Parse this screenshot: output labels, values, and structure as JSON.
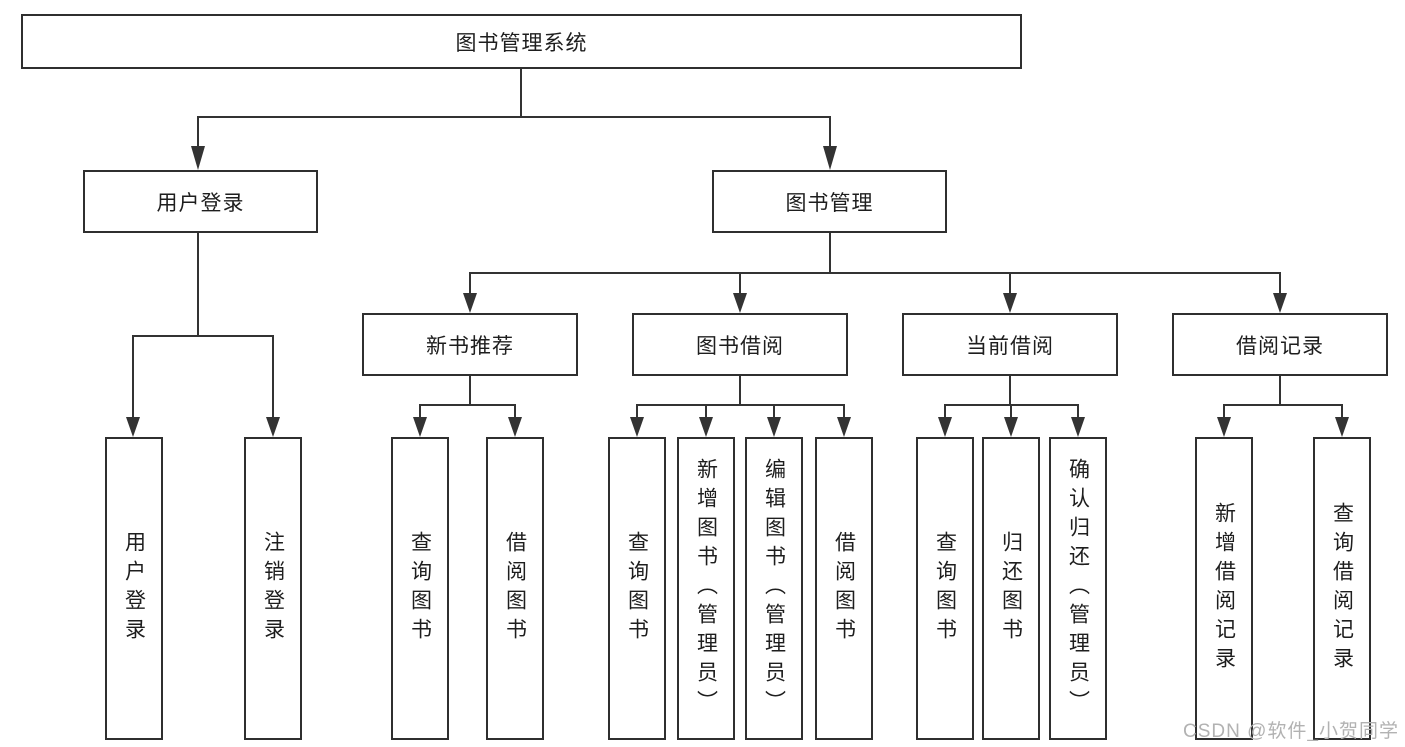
{
  "diagram": {
    "title_node": {
      "label": "图书管理系统"
    },
    "branches": [
      {
        "label": "用户登录",
        "children": [
          "用户登录",
          "注销登录"
        ]
      },
      {
        "label": "图书管理",
        "sections": [
          {
            "label": "新书推荐",
            "children": [
              "查询图书",
              "借阅图书"
            ]
          },
          {
            "label": "图书借阅",
            "children": [
              "查询图书",
              "新增图书（管理员）",
              "编辑图书（管理员）",
              "借阅图书"
            ]
          },
          {
            "label": "当前借阅",
            "children": [
              "查询图书",
              "归还图书",
              "确认归还（管理员）"
            ]
          },
          {
            "label": "借阅记录",
            "children": [
              "新增借阅记录",
              "查询借阅记录"
            ]
          }
        ]
      }
    ]
  },
  "watermark": "CSDN @软件_小贺同学",
  "colors": {
    "line": "#333333",
    "box_border": "#2f2f2f",
    "text": "#1e1e1e",
    "watermark": "#b2b2b2",
    "background": "#ffffff"
  }
}
